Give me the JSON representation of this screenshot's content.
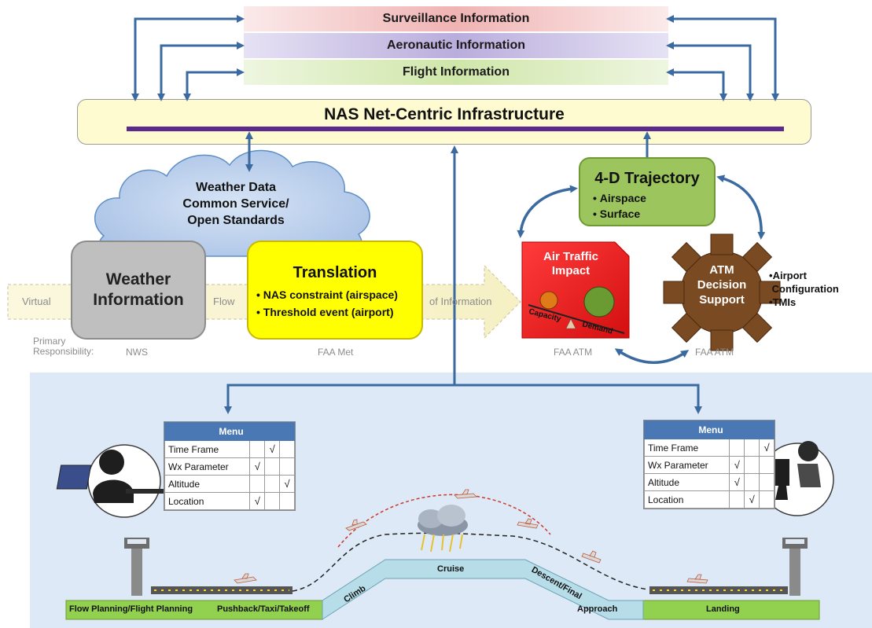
{
  "info_bars": {
    "surveillance": "Surveillance Information",
    "aeronautic": "Aeronautic Information",
    "flight": "Flight Information"
  },
  "nas": {
    "title": "NAS Net-Centric Infrastructure"
  },
  "weather_cloud": {
    "lines": [
      "Weather Data",
      "Common Service/",
      "Open Standards"
    ]
  },
  "weather_info": {
    "lines": [
      "Weather",
      "Information"
    ]
  },
  "translation": {
    "title": "Translation",
    "items": [
      "NAS constraint (airspace)",
      "Threshold event (airport)"
    ]
  },
  "virtual_flow": {
    "virtual": "Virtual",
    "flow": "Flow",
    "of_information": "of Information"
  },
  "primary_responsibility": {
    "label_line1": "Primary",
    "label_line2": "Responsibility:",
    "nws": "NWS",
    "faa_met": "FAA Met",
    "faa_atm_1": "FAA ATM",
    "faa_atm_2": "FAA ATM"
  },
  "air_traffic_impact": {
    "title_line1": "Air Traffic",
    "title_line2": "Impact",
    "capacity": "Capacity",
    "demand": "Demand"
  },
  "trajectory": {
    "title": "4-D Trajectory",
    "items": [
      "Airspace",
      "Surface"
    ]
  },
  "atm_decision": {
    "lines": [
      "ATM",
      "Decision",
      "Support"
    ]
  },
  "atm_bullets": {
    "items": [
      "Airport",
      "Configuration",
      "TMIs"
    ]
  },
  "menu_left": {
    "header": "Menu",
    "rows": [
      {
        "label": "Time Frame",
        "checks": [
          "",
          "√",
          ""
        ]
      },
      {
        "label": "Wx Parameter",
        "checks": [
          "√",
          "",
          ""
        ]
      },
      {
        "label": "Altitude",
        "checks": [
          "",
          "",
          "√"
        ]
      },
      {
        "label": "Location",
        "checks": [
          "√",
          "",
          ""
        ]
      }
    ]
  },
  "menu_right": {
    "header": "Menu",
    "rows": [
      {
        "label": "Time Frame",
        "checks": [
          "",
          "",
          "√"
        ]
      },
      {
        "label": "Wx Parameter",
        "checks": [
          "√",
          "",
          ""
        ]
      },
      {
        "label": "Altitude",
        "checks": [
          "√",
          "",
          ""
        ]
      },
      {
        "label": "Location",
        "checks": [
          "",
          "√",
          ""
        ]
      }
    ]
  },
  "phases": {
    "flow_planning": "Flow  Planning/Flight Planning",
    "pushback": "Pushback/Taxi/Takeoff",
    "climb": "Climb",
    "cruise": "Cruise",
    "descent": "Descent/Final",
    "approach": "Approach",
    "landing": "Landing"
  },
  "colors": {
    "arrow": "#3a6aa0",
    "nas_line": "#5b2a8a",
    "translation": "#ffff00",
    "trajectory": "#9cc55d",
    "atm_gear": "#7a4a22",
    "impact": "#ee2222",
    "bottom_panel": "#dde9f7",
    "phase_green": "#92d050",
    "phase_blue": "#b7dde8"
  }
}
